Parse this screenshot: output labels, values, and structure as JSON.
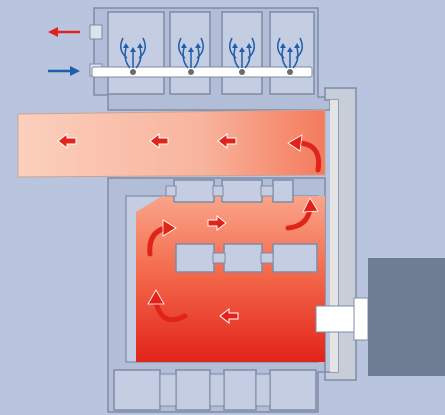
{
  "colors": {
    "background": "#b9c5de",
    "housing": "#b2bdd8",
    "housing_stroke": "#7f8ba6",
    "core_dark": "#a9b3c8",
    "shaft": "#ffffff",
    "motor": "#6e7d94",
    "hot_red": "#e2231a",
    "hot_pink": "#fbc2a9",
    "arrow_red": "#e2231a",
    "arrow_blue": "#1f5eaa",
    "end_plate": "#d8d8d8"
  },
  "indicators": {
    "outflow_arrow": {
      "direction": "left",
      "color": "red"
    },
    "inflow_arrow": {
      "direction": "right",
      "color": "blue"
    }
  },
  "icons": {
    "flow_arrow": "curved-flow-arrow",
    "straight_arrow": "straight-flow-arrow"
  }
}
